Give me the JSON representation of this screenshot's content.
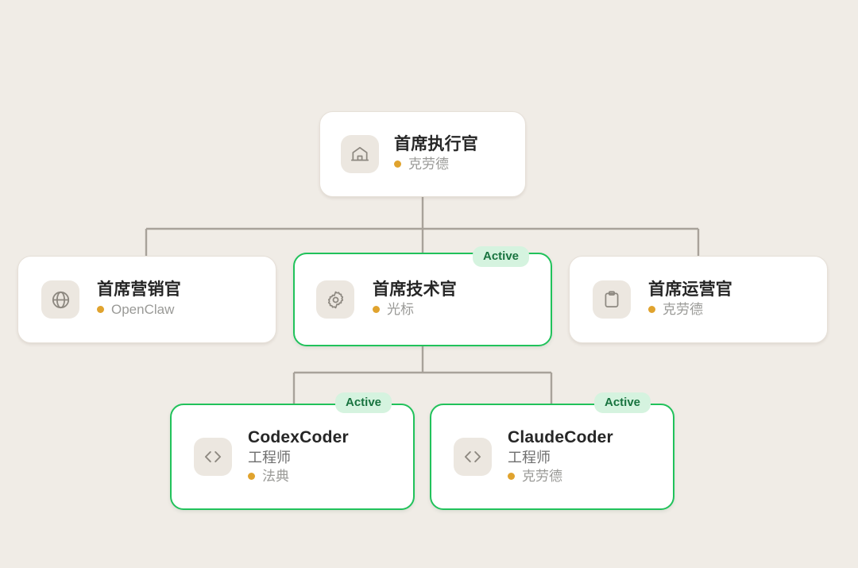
{
  "theme": {
    "background": "#f0ece6",
    "card_background": "#ffffff",
    "card_border": "#e6e0d8",
    "active_border": "#21c25b",
    "badge_background": "#d5f3df",
    "badge_text": "#18733f",
    "status_dot": "#e0a32e",
    "connector": "#a8a29a",
    "icon_tile": "#ece7e0",
    "icon_stroke": "#8d8880",
    "title_text": "#262626",
    "role_text": "#6f6f6f",
    "model_text": "#9a9a97"
  },
  "chart_data": {
    "type": "diagram",
    "title": "",
    "layout": "org-chart",
    "levels": 3,
    "nodes": [
      {
        "id": "ceo",
        "title": "首席执行官",
        "role": "",
        "model": "克劳德",
        "icon": "home-icon",
        "active": false,
        "badge": "",
        "level": 0
      },
      {
        "id": "cmo",
        "title": "首席营销官",
        "role": "",
        "model": "OpenClaw",
        "icon": "globe-icon",
        "active": false,
        "badge": "",
        "level": 1
      },
      {
        "id": "cto",
        "title": "首席技术官",
        "role": "",
        "model": "光标",
        "icon": "gear-icon",
        "active": true,
        "badge": "Active",
        "level": 1
      },
      {
        "id": "coo",
        "title": "首席运营官",
        "role": "",
        "model": "克劳德",
        "icon": "clipboard-icon",
        "active": false,
        "badge": "",
        "level": 1
      },
      {
        "id": "codex",
        "title": "CodexCoder",
        "role": "工程师",
        "model": "法典",
        "icon": "code-icon",
        "active": true,
        "badge": "Active",
        "level": 2
      },
      {
        "id": "claude",
        "title": "ClaudeCoder",
        "role": "工程师",
        "model": "克劳德",
        "icon": "code-icon",
        "active": true,
        "badge": "Active",
        "level": 2
      }
    ],
    "edges": [
      {
        "from": "ceo",
        "to": "cmo"
      },
      {
        "from": "ceo",
        "to": "cto"
      },
      {
        "from": "ceo",
        "to": "coo"
      },
      {
        "from": "cto",
        "to": "codex"
      },
      {
        "from": "cto",
        "to": "claude"
      }
    ]
  },
  "nodes": {
    "ceo": {
      "title": "首席执行官",
      "model": "克劳德"
    },
    "cmo": {
      "title": "首席营销官",
      "model": "OpenClaw"
    },
    "cto": {
      "title": "首席技术官",
      "model": "光标",
      "badge": "Active"
    },
    "coo": {
      "title": "首席运营官",
      "model": "克劳德"
    },
    "codex": {
      "title": "CodexCoder",
      "role": "工程师",
      "model": "法典",
      "badge": "Active"
    },
    "claude": {
      "title": "ClaudeCoder",
      "role": "工程师",
      "model": "克劳德",
      "badge": "Active"
    }
  }
}
